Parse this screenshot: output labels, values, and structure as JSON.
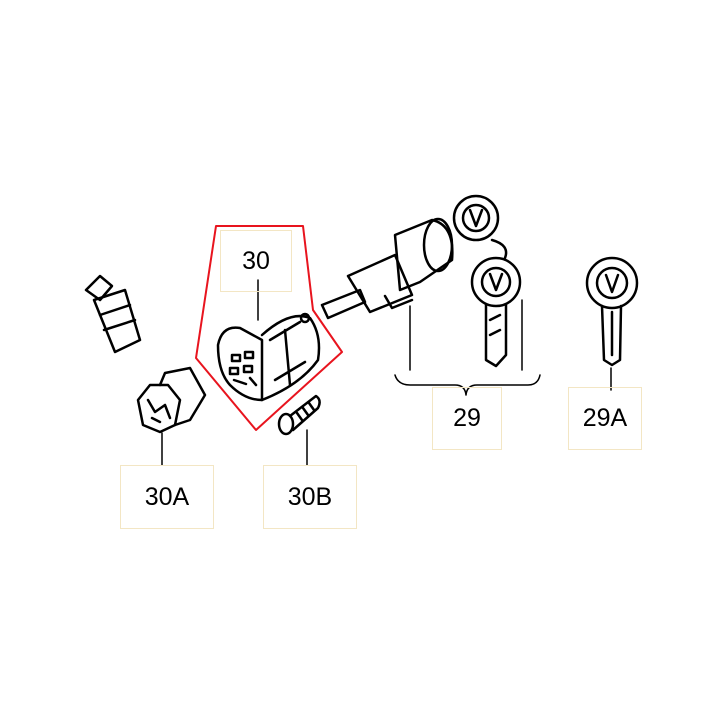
{
  "diagram": {
    "highlight_color": "#e8141e",
    "labels": {
      "part_30": "30",
      "part_29": "29",
      "part_29a": "29A",
      "part_30a": "30A",
      "part_30b": "30B"
    },
    "highlighted_part": "30"
  }
}
